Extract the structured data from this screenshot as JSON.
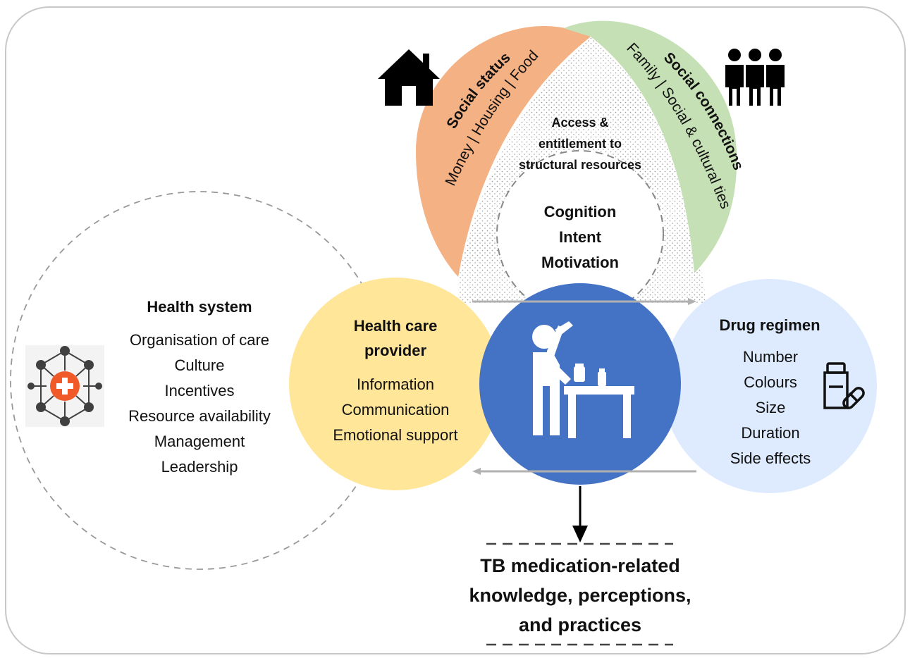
{
  "social_status": {
    "title": "Social status",
    "items": "Money | Housing | Food"
  },
  "social_connections": {
    "title": "Social connections",
    "items": "Family | Social & cultural ties"
  },
  "access": {
    "lines": [
      "Access &",
      "entitlement to",
      "structural resources"
    ]
  },
  "individual": {
    "lines": [
      "Cognition",
      "Intent",
      "Motivation"
    ]
  },
  "health_system": {
    "title": "Health system",
    "items": [
      "Organisation of care",
      "Culture",
      "Incentives",
      "Resource availability",
      "Management",
      "Leadership"
    ]
  },
  "provider": {
    "title_lines": [
      "Health care",
      "provider"
    ],
    "items": [
      "Information",
      "Communication",
      "Emotional support"
    ]
  },
  "drug_regimen": {
    "title": "Drug regimen",
    "items": [
      "Number",
      "Colours",
      "Size",
      "Duration",
      "Side effects"
    ]
  },
  "outcome": {
    "lines": [
      "TB medication-related",
      "knowledge, perceptions,",
      "and practices"
    ]
  },
  "colors": {
    "social_status": "#F4B183",
    "social_connections": "#C5E0B4",
    "health_care_provider": "#FFE699",
    "patient": "#4472C4",
    "drug_regimen": "#DEEBFF",
    "medical_cross": "#F05A28"
  },
  "icons": [
    "house-icon",
    "people-icon",
    "health-network-icon",
    "patient-taking-medication-icon",
    "pill-bottle-icon",
    "down-arrow-icon"
  ]
}
